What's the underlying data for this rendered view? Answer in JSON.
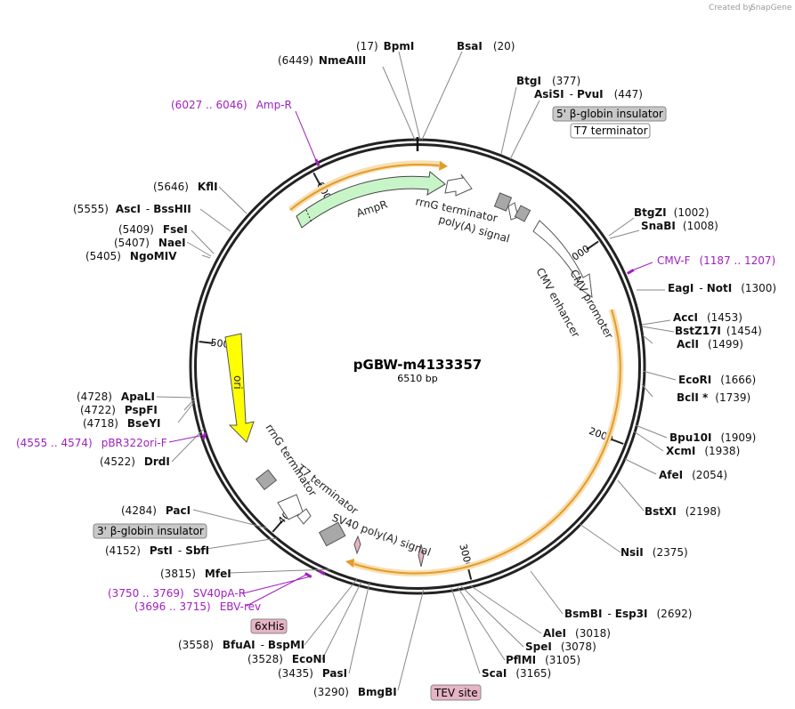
{
  "header": {
    "created_by": "Created by",
    "brand": "SnapGene"
  },
  "plasmid": {
    "name": "pGBW-m4133357",
    "length_label": "6510 bp",
    "length": 6510
  },
  "ticks": [
    {
      "pos": 1000,
      "label": "1000"
    },
    {
      "pos": 2000,
      "label": "2000"
    },
    {
      "pos": 3000,
      "label": "3000"
    },
    {
      "pos": 4000,
      "label": "4000"
    },
    {
      "pos": 5000,
      "label": "5000"
    },
    {
      "pos": 6000,
      "label": "6000"
    }
  ],
  "sites": [
    {
      "name": "BpmI",
      "pos_label": "(17)"
    },
    {
      "name": "BsaI",
      "pos_label": "(20)"
    },
    {
      "name": "NmeAIII",
      "pos_label": "(6449)"
    },
    {
      "name": "BtgI",
      "pos_label": "(377)"
    },
    {
      "name": "AsiSI",
      "sep": "-",
      "name2": "PvuI",
      "pos_label": "(447)"
    },
    {
      "name": "BtgZI",
      "pos_label": "(1002)"
    },
    {
      "name": "SnaBI",
      "pos_label": "(1008)"
    },
    {
      "name": "EagI",
      "sep": "-",
      "name2": "NotI",
      "pos_label": "(1300)"
    },
    {
      "name": "AccI",
      "pos_label": "(1453)"
    },
    {
      "name": "BstZ17I",
      "pos_label": "(1454)"
    },
    {
      "name": "AclI",
      "pos_label": "(1499)"
    },
    {
      "name": "EcoRI",
      "pos_label": "(1666)"
    },
    {
      "name": "BclI *",
      "pos_label": "(1739)"
    },
    {
      "name": "Bpu10I",
      "pos_label": "(1909)"
    },
    {
      "name": "XcmI",
      "pos_label": "(1938)"
    },
    {
      "name": "AfeI",
      "pos_label": "(2054)"
    },
    {
      "name": "BstXI",
      "pos_label": "(2198)"
    },
    {
      "name": "NsiI",
      "pos_label": "(2375)"
    },
    {
      "name": "BsmBI",
      "sep": "-",
      "name2": "Esp3I",
      "pos_label": "(2692)"
    },
    {
      "name": "AleI",
      "pos_label": "(3018)"
    },
    {
      "name": "SpeI",
      "pos_label": "(3078)"
    },
    {
      "name": "PflMI",
      "pos_label": "(3105)"
    },
    {
      "name": "ScaI",
      "pos_label": "(3165)"
    },
    {
      "name": "BmgBI",
      "pos_label": "(3290)"
    },
    {
      "name": "PasI",
      "pos_label": "(3435)"
    },
    {
      "name": "EcoNI",
      "pos_label": "(3528)"
    },
    {
      "name": "BfuAI",
      "sep": "-",
      "name2": "BspMI",
      "pos_label": "(3558)"
    },
    {
      "name": "MfeI",
      "pos_label": "(3815)"
    },
    {
      "name": "PstI",
      "sep": "-",
      "name2": "SbfI",
      "pos_label": "(4152)"
    },
    {
      "name": "PacI",
      "pos_label": "(4284)"
    },
    {
      "name": "DrdI",
      "pos_label": "(4522)"
    },
    {
      "name": "BseYI",
      "pos_label": "(4718)"
    },
    {
      "name": "PspFI",
      "pos_label": "(4722)"
    },
    {
      "name": "ApaLI",
      "pos_label": "(4728)"
    },
    {
      "name": "NgoMIV",
      "pos_label": "(5405)"
    },
    {
      "name": "NaeI",
      "pos_label": "(5407)"
    },
    {
      "name": "FseI",
      "pos_label": "(5409)"
    },
    {
      "name": "AscI",
      "sep": "-",
      "name2": "BssHII",
      "pos_label": "(5555)"
    },
    {
      "name": "KflI",
      "pos_label": "(5646)"
    }
  ],
  "primers": [
    {
      "name": "Amp-R",
      "range": "(6027 .. 6046)"
    },
    {
      "name": "CMV-F",
      "range": "(1187 .. 1207)"
    },
    {
      "name": "pBR322ori-F",
      "range": "(4555 .. 4574)"
    },
    {
      "name": "SV40pA-R",
      "range": "(3750 .. 3769)"
    },
    {
      "name": "EBV-rev",
      "range": "(3696 .. 3715)"
    }
  ],
  "features": [
    {
      "name": "AmpR",
      "color": "#c8f5c8"
    },
    {
      "name": "rrnG terminator"
    },
    {
      "name": "poly(A) signal"
    },
    {
      "name": "CMV promoter"
    },
    {
      "name": "CMV enhancer"
    },
    {
      "name": "ori",
      "color": "#ffff00"
    },
    {
      "name": "rrnG terminator"
    },
    {
      "name": "T7 terminator"
    },
    {
      "name": "SV40 poly(A) signal"
    }
  ],
  "tags": [
    {
      "name": "5' β-globin insulator",
      "color": "#c8c8c8"
    },
    {
      "name": "T7 terminator",
      "color": "#ffffff"
    },
    {
      "name": "3' β-globin insulator",
      "color": "#c8c8c8"
    },
    {
      "name": "6xHis",
      "color": "#e6b4c4"
    },
    {
      "name": "TEV site",
      "color": "#e6b4c4"
    }
  ],
  "colors": {
    "orf": "#e39b2a",
    "orf_glow": "#f7dfb0",
    "primer": "#a020c0",
    "backbone": "#222222"
  }
}
